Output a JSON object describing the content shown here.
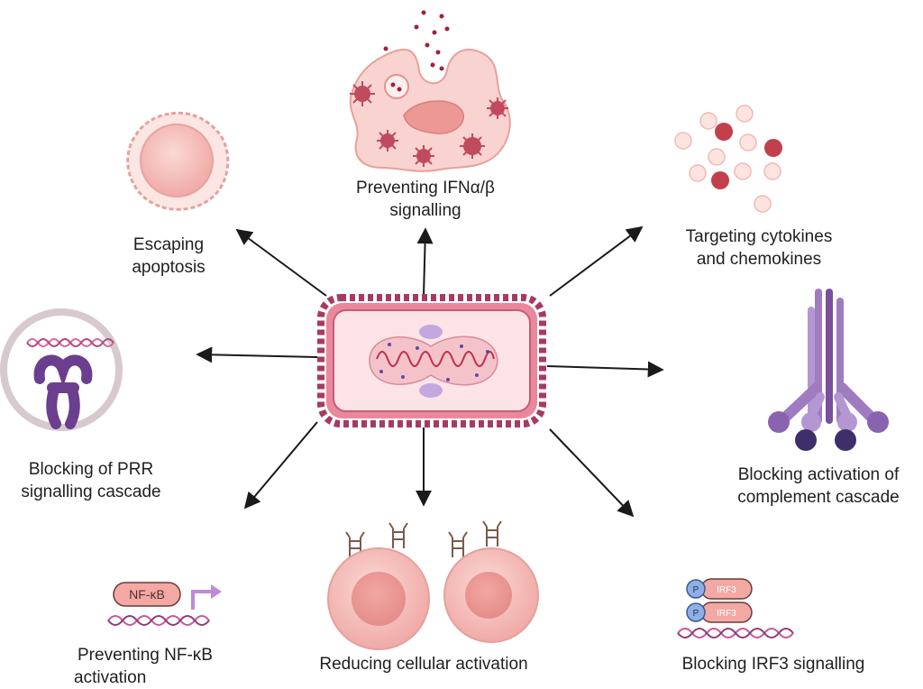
{
  "labels": {
    "ifn": [
      "Preventing IFNα/β",
      "signalling"
    ],
    "apoptosis": [
      "Escaping",
      "apoptosis"
    ],
    "cytokines": [
      "Targeting cytokines",
      "and chemokines"
    ],
    "prr": [
      "Blocking of PRR",
      "signalling cascade"
    ],
    "complement": [
      "Blocking activation of",
      "complement cascade"
    ],
    "nfkb": [
      "Preventing NF-κB",
      "activation"
    ],
    "cellular": "Reducing cellular activation",
    "irf3": "Blocking IRF3 signalling"
  },
  "badges": {
    "nfkb": "NF-κB",
    "irf3_top": "IRF3",
    "irf3_bottom": "IRF3",
    "phospho": "P"
  },
  "colors": {
    "arrow": "#1a1a1a",
    "bacterium_wall": "#a83a5f",
    "cell_pink": "#f3b6b1",
    "purple": "#7a4f9c",
    "dark_purple": "#3e2f6b"
  }
}
